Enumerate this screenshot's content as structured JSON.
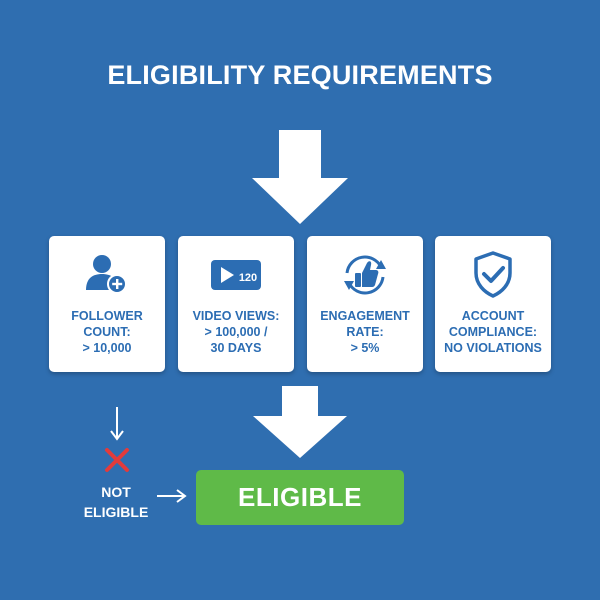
{
  "title": "ELIGIBILITY REQUIREMENTS",
  "cards": [
    {
      "icon": "add-user-icon",
      "lines": [
        "FOLLOWER",
        "COUNT:",
        "> 10,000"
      ]
    },
    {
      "icon": "video-views-icon",
      "icon_text": "120",
      "lines": [
        "VIDEO VIEWS:",
        "> 100,000 /",
        "30 DAYS"
      ]
    },
    {
      "icon": "thumbs-up-cycle-icon",
      "lines": [
        "ENGAGEMENT",
        "RATE:",
        "> 5%"
      ]
    },
    {
      "icon": "shield-check-icon",
      "lines": [
        "ACCOUNT",
        "COMPLIANCE:",
        "NO VIOLATIONS"
      ]
    }
  ],
  "result": {
    "eligible_label": "ELIGIBLE",
    "not_eligible_lines": [
      "NOT",
      "ELIGIBLE"
    ]
  },
  "colors": {
    "background": "#2f6eb0",
    "card": "#ffffff",
    "text_blue": "#2c6db3",
    "eligible_green": "#5fba48",
    "cross_red": "#e23b3b"
  }
}
